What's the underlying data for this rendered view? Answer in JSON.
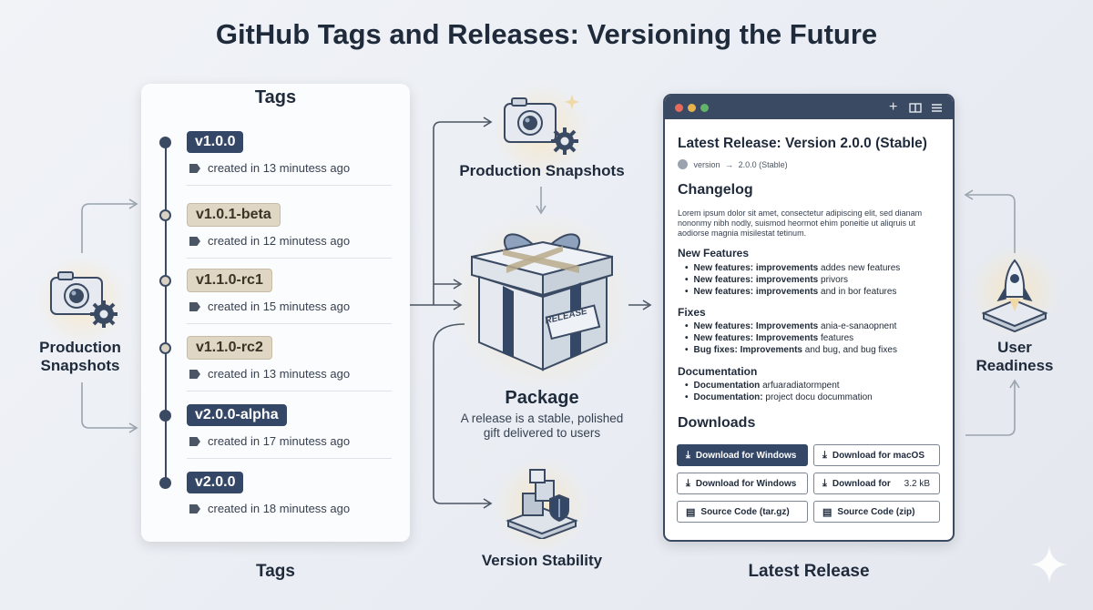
{
  "title": "GitHub Tags and Releases: Versioning the Future",
  "left": {
    "label_line1": "Production",
    "label_line2": "Snapshots"
  },
  "tags_panel": {
    "heading": "Tags",
    "footer": "Tags",
    "items": [
      {
        "name": "v1.0.0",
        "meta": "created in 13 minutess ago"
      },
      {
        "name": "v1.0.1-beta",
        "meta": "created in 12 minutess ago"
      },
      {
        "name": "v1.1.0-rc1",
        "meta": "created in 15 minutess ago"
      },
      {
        "name": "v1.1.0-rc2",
        "meta": "created in 13 minutess ago"
      },
      {
        "name": "v2.0.0-alpha",
        "meta": "created in 17 minutess ago"
      },
      {
        "name": "v2.0.0",
        "meta": "created in 18 minutess ago"
      }
    ]
  },
  "center": {
    "top_label": "Production Snapshots",
    "package_label": "Package",
    "package_desc_line1": "A release is a stable, polished",
    "package_desc_line2": "gift delivered to users",
    "box_stamp": "RELEASE",
    "bottom_label": "Version Stability"
  },
  "release_window": {
    "title": "Latest Release: Version 2.0.0 (Stable)",
    "sub_version": "version",
    "sub_arrow": "→",
    "sub_value": "2.0.0 (Stable)",
    "changelog_heading": "Changelog",
    "lorem": "Lorem ipsum dolor sit amet, consectetur adipiscing elit, sed dianam nononmy nibh nodly, suismod heormot ehim poneitie ut aliqruis ut aodiorse magnia misilestat tetinum.",
    "sections": [
      {
        "heading": "New Features",
        "items": [
          {
            "bold": "New features: improvements",
            "rest": " addes new features"
          },
          {
            "bold": "New features: improvements",
            "rest": " privors"
          },
          {
            "bold": "New features: improvements",
            "rest": " and in bor features"
          }
        ]
      },
      {
        "heading": "Fixes",
        "items": [
          {
            "bold": "New features: Improvements",
            "rest": " ania-e-sanaopnent"
          },
          {
            "bold": "New features: Improvements",
            "rest": " features"
          },
          {
            "bold": "Bug fixes: Improvements",
            "rest": " and bug, and bug fixes"
          }
        ]
      },
      {
        "heading": "Documentation",
        "items": [
          {
            "bold": "Documentation",
            "rest": " arfuaradiatormpent"
          },
          {
            "bold": "Documentation:",
            "rest": " project docu docummation"
          }
        ]
      }
    ],
    "downloads_heading": "Downloads",
    "downloads": [
      {
        "label": "Download for Windows",
        "size": "",
        "primary": true
      },
      {
        "label": "Download for macOS",
        "size": "",
        "primary": false
      },
      {
        "label": "Download for Windows",
        "size": "",
        "primary": false
      },
      {
        "label": "Download for",
        "size": "3.2 kB",
        "primary": false
      },
      {
        "label": "Source Code (tar.gz)",
        "size": "",
        "primary": false
      },
      {
        "label": "Source Code (zip)",
        "size": "",
        "primary": false
      }
    ],
    "toolbar_icons": {
      "plus": "+"
    },
    "footer": "Latest Release"
  },
  "right": {
    "label_line1": "User",
    "label_line2": "Readiness"
  },
  "colors": {
    "navy": "#344766",
    "beige": "#dfd6c4",
    "accent_glow": "#ffe1aa"
  }
}
